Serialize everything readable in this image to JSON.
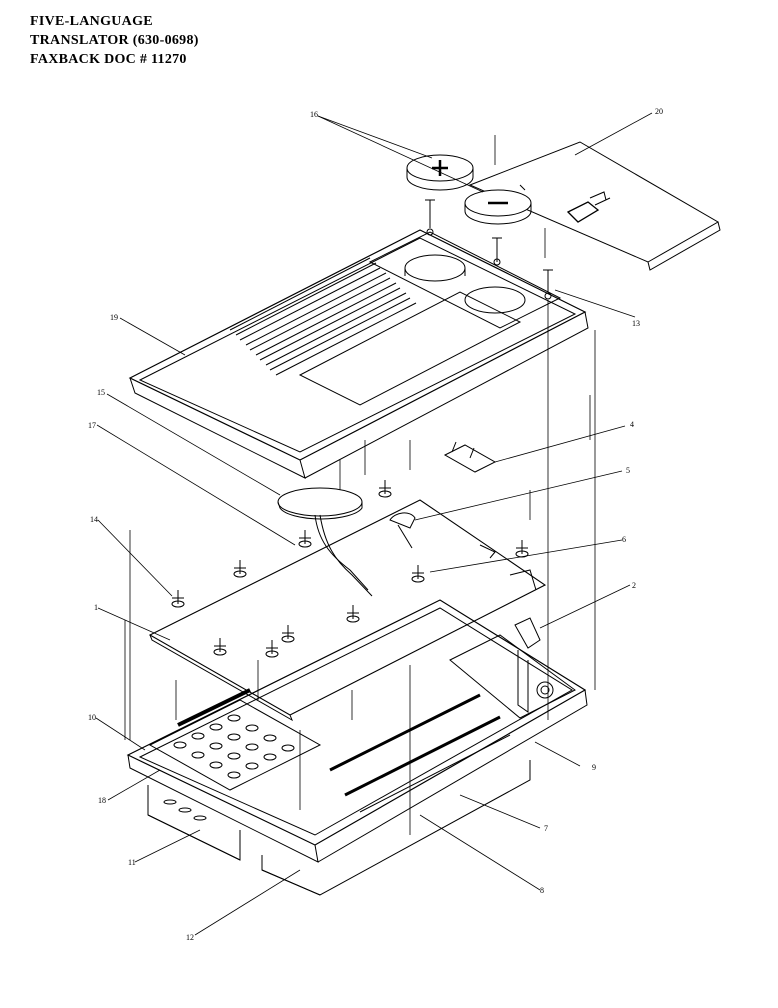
{
  "header": {
    "line1": "FIVE-LANGUAGE",
    "line2": "TRANSLATOR (630-0698)",
    "line3": "FAXBACK DOC # 11270"
  },
  "part_labels": {
    "p1": "1",
    "p2": "2",
    "p4": "4",
    "p5": "5",
    "p6": "6",
    "p7": "7",
    "p8": "8",
    "p9": "9",
    "p10": "10",
    "p11": "11",
    "p12": "12",
    "p13": "13",
    "p14": "14",
    "p15": "15",
    "p16": "16",
    "p17": "17",
    "p18": "18",
    "p19": "19",
    "p20": "20"
  }
}
